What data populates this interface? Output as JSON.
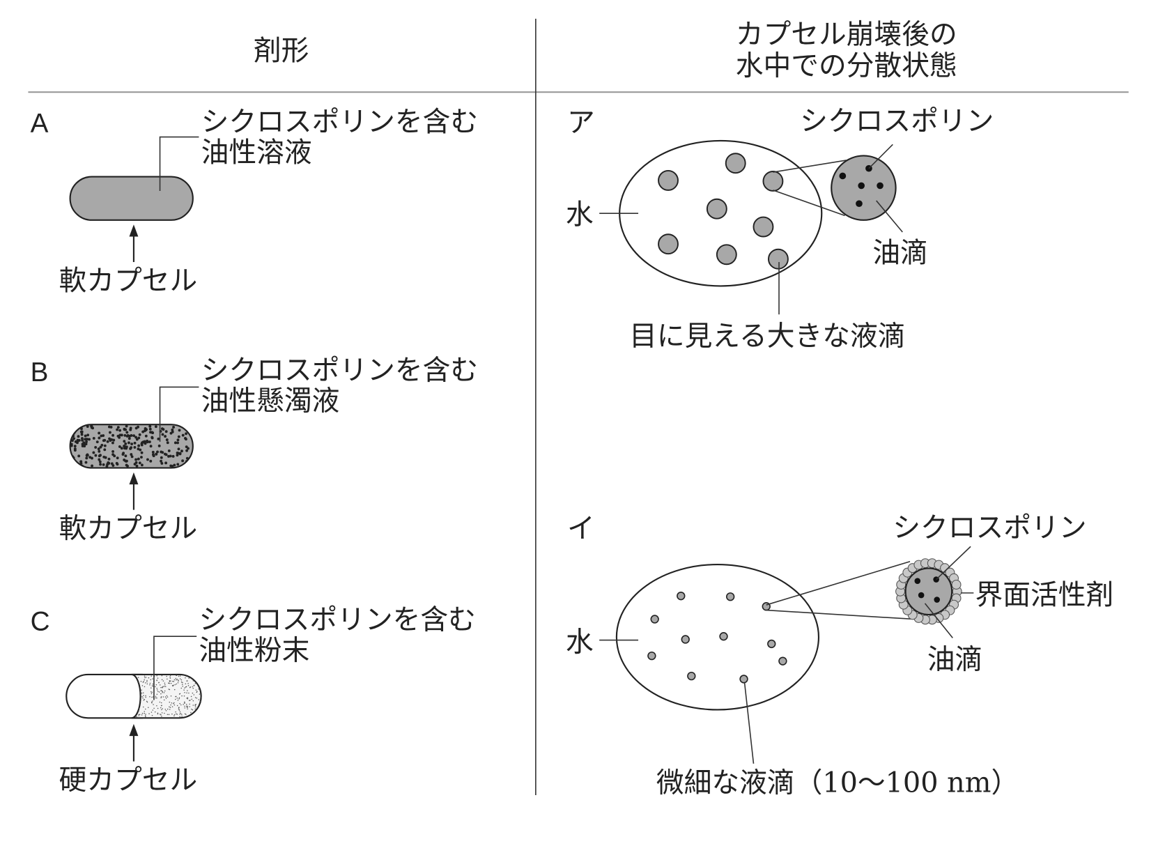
{
  "header": {
    "left": "剤形",
    "right_line1": "カプセル崩壊後の",
    "right_line2": "水中での分散状態"
  },
  "forms": [
    {
      "letter": "A",
      "content_line1": "シクロスポリンを含む",
      "content_line2": "油性溶液",
      "capsule": "軟カプセル"
    },
    {
      "letter": "B",
      "content_line1": "シクロスポリンを含む",
      "content_line2": "油性懸濁液",
      "capsule": "軟カプセル"
    },
    {
      "letter": "C",
      "content_line1": "シクロスポリンを含む",
      "content_line2": "油性粉末",
      "capsule": "硬カプセル"
    }
  ],
  "states": [
    {
      "letter": "ア",
      "drug": "シクロスポリン",
      "water": "水",
      "oil_drop": "油滴",
      "droplet_label": "目に見える大きな液滴"
    },
    {
      "letter": "イ",
      "drug": "シクロスポリン",
      "water": "水",
      "surfactant": "界面活性剤",
      "oil_drop": "油滴",
      "droplet_label": "微細な液滴（10～100 nm）"
    }
  ],
  "colors": {
    "oil": "#a8a8a8",
    "line": "#222222",
    "rule": "#999999"
  }
}
